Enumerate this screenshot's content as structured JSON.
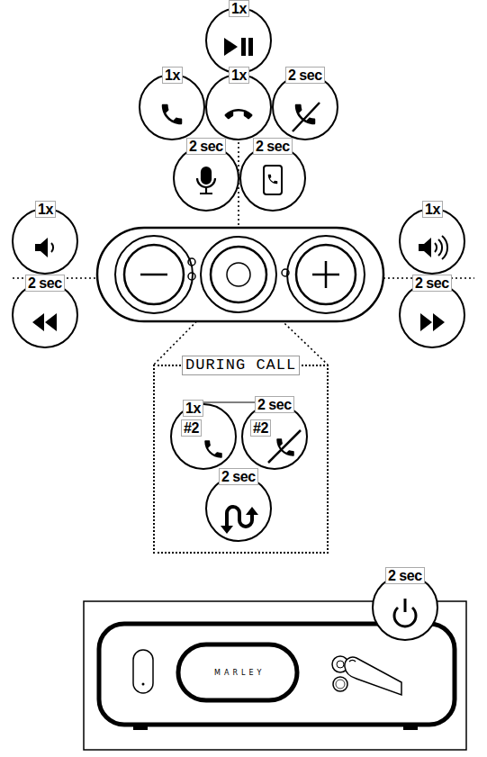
{
  "diagram": {
    "nodes": [
      {
        "text": [
          "1x"
        ]
      },
      {
        "text": [
          "1x"
        ]
      },
      {
        "text": [
          "1x"
        ]
      },
      {
        "text": [
          "2 sec"
        ]
      },
      {
        "text": [
          "2 sec"
        ]
      },
      {
        "text": [
          "2 sec"
        ]
      },
      {
        "text": [
          "1x"
        ]
      },
      {
        "text": [
          "1x"
        ]
      },
      {
        "text": [
          "2 sec"
        ]
      },
      {
        "text": [
          "2 sec"
        ]
      },
      {
        "text": [
          "DURING CALL"
        ]
      },
      {
        "text": [
          "1x",
          "#2"
        ],
        "in": 10
      },
      {
        "text": [
          "2 sec",
          "#2"
        ],
        "in": 10
      },
      {
        "text": [
          "2 sec"
        ],
        "in": 10
      },
      {
        "text": [
          "2 sec"
        ]
      }
    ],
    "labels": [
      "MARLEY"
    ]
  }
}
